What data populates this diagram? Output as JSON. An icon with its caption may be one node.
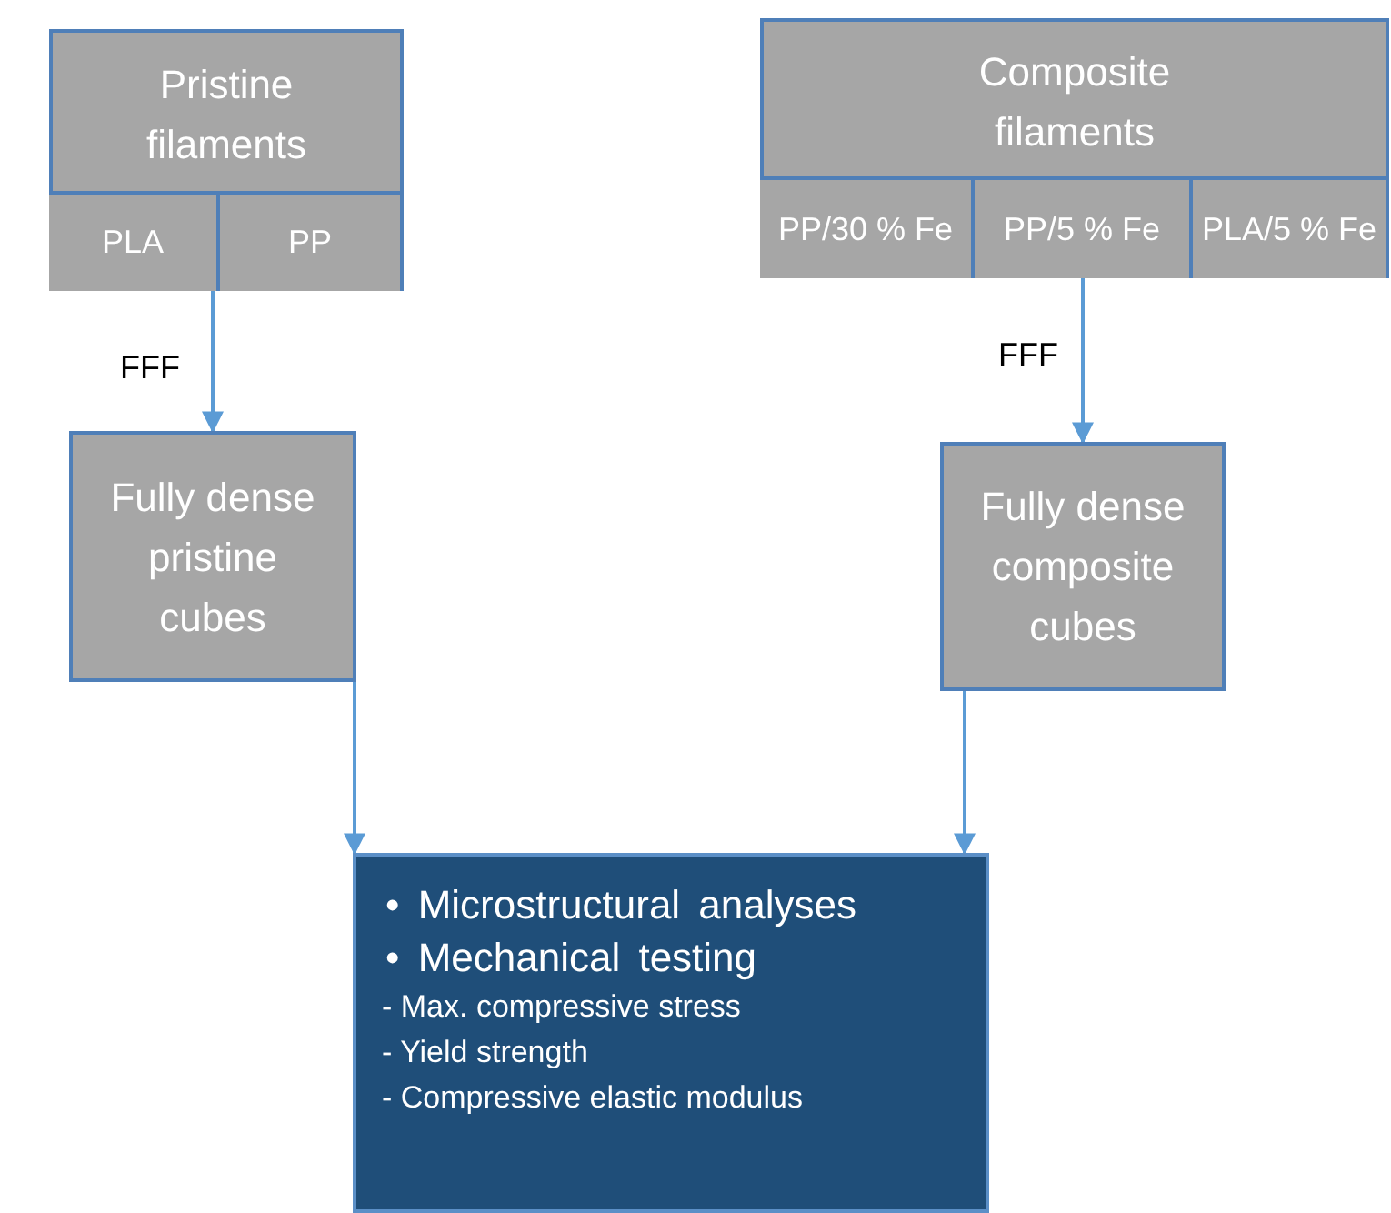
{
  "diagram": {
    "nodes": [
      {
        "text": [
          "Pristine filaments"
        ]
      },
      {
        "text": [
          "PLA"
        ],
        "in": 0
      },
      {
        "text": [
          "PP"
        ],
        "in": 0
      },
      {
        "text": [
          "Composite filaments"
        ]
      },
      {
        "text": [
          "PP/30 % Fe"
        ],
        "in": 3
      },
      {
        "text": [
          "PP/5 % Fe"
        ],
        "in": 3
      },
      {
        "text": [
          "PLA/5 % Fe"
        ],
        "in": 3
      },
      {
        "text": [
          "Fully dense pristine cubes"
        ]
      },
      {
        "text": [
          "Fully dense composite cubes"
        ]
      },
      {
        "text": [
          "• Microstructural analyses",
          "• Mechanical testing",
          "- Max. compressive stress",
          "- Yield strength",
          "- Compressive elastic modulus"
        ]
      }
    ],
    "edges": [
      {
        "from": 0,
        "to": 7,
        "arrow": "to",
        "label": "FFF"
      },
      {
        "from": 3,
        "to": 8,
        "arrow": "to",
        "label": "FFF"
      },
      {
        "from": 7,
        "to": 9,
        "arrow": "to"
      },
      {
        "from": 8,
        "to": 9,
        "arrow": "to"
      }
    ]
  }
}
